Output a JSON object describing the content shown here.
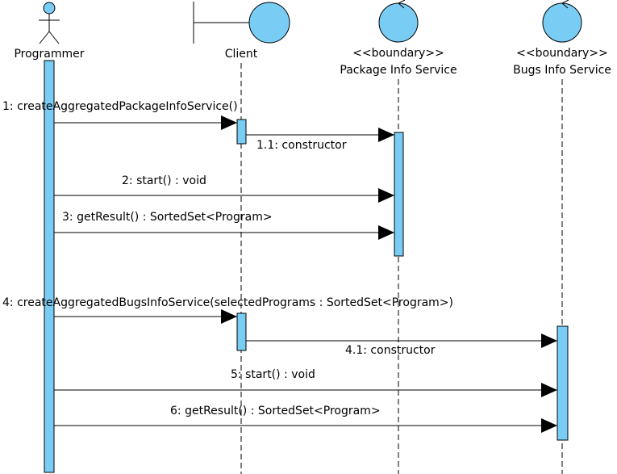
{
  "diagram": {
    "type": "UML sequence diagram",
    "colors": {
      "fill": "#79cdf5",
      "stroke": "#000000",
      "background": "#ffffff"
    },
    "participants": [
      {
        "id": "programmer",
        "kind": "actor",
        "stereotype": "",
        "name": "Programmer"
      },
      {
        "id": "client",
        "kind": "boundary",
        "stereotype": "",
        "name": "Client"
      },
      {
        "id": "package",
        "kind": "control",
        "stereotype": "<<boundary>>",
        "name": "Package Info Service"
      },
      {
        "id": "bugs",
        "kind": "control",
        "stereotype": "<<boundary>>",
        "name": "Bugs Info Service"
      }
    ],
    "messages": [
      {
        "id": "m1",
        "label": "1: createAggregatedPackageInfoService()",
        "from": "programmer",
        "to": "client"
      },
      {
        "id": "m11",
        "label": "1.1: constructor",
        "from": "client",
        "to": "package"
      },
      {
        "id": "m2",
        "label": "2: start() : void",
        "from": "programmer",
        "to": "package"
      },
      {
        "id": "m3",
        "label": "3: getResult() : SortedSet<Program>",
        "from": "programmer",
        "to": "package"
      },
      {
        "id": "m4",
        "label": "4: createAggregatedBugsInfoService(selectedPrograms : SortedSet<Program>)",
        "from": "programmer",
        "to": "client"
      },
      {
        "id": "m41",
        "label": "4.1: constructor",
        "from": "client",
        "to": "bugs"
      },
      {
        "id": "m5",
        "label": "5: start() : void",
        "from": "programmer",
        "to": "bugs"
      },
      {
        "id": "m6",
        "label": "6: getResult() : SortedSet<Program>",
        "from": "programmer",
        "to": "bugs"
      }
    ]
  }
}
